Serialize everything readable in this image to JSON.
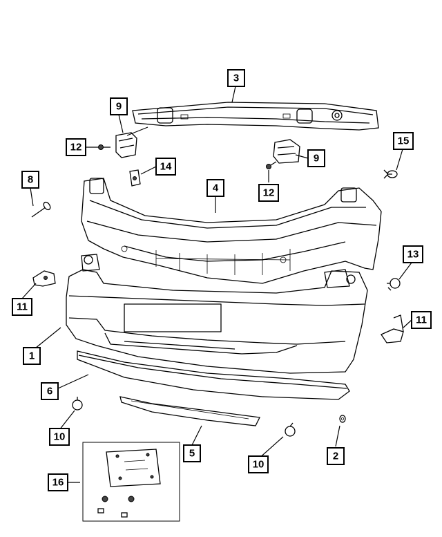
{
  "callouts": [
    {
      "id": "1",
      "label": "1"
    },
    {
      "id": "2",
      "label": "2"
    },
    {
      "id": "3",
      "label": "3"
    },
    {
      "id": "4",
      "label": "4"
    },
    {
      "id": "5",
      "label": "5"
    },
    {
      "id": "6",
      "label": "6"
    },
    {
      "id": "8",
      "label": "8"
    },
    {
      "id": "9a",
      "label": "9"
    },
    {
      "id": "9b",
      "label": "9"
    },
    {
      "id": "10a",
      "label": "10"
    },
    {
      "id": "10b",
      "label": "10"
    },
    {
      "id": "11a",
      "label": "11"
    },
    {
      "id": "11b",
      "label": "11"
    },
    {
      "id": "12a",
      "label": "12"
    },
    {
      "id": "12b",
      "label": "12"
    },
    {
      "id": "13",
      "label": "13"
    },
    {
      "id": "14",
      "label": "14"
    },
    {
      "id": "15",
      "label": "15"
    },
    {
      "id": "16",
      "label": "16"
    }
  ]
}
